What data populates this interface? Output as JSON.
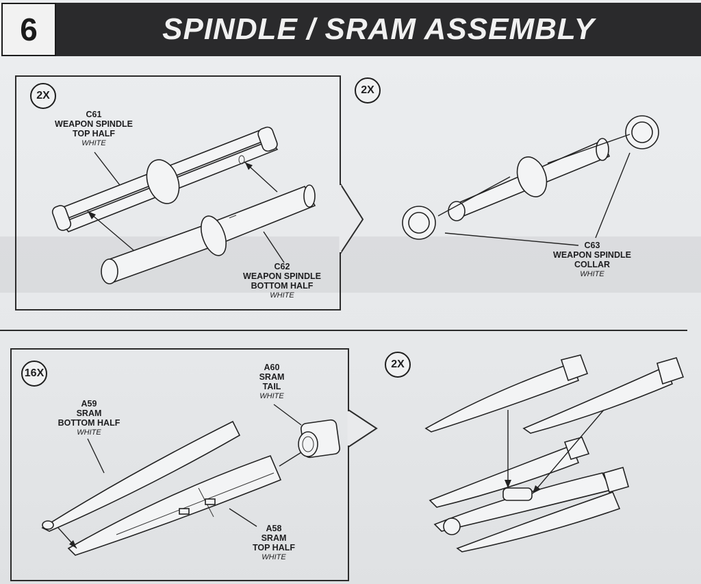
{
  "header": {
    "step_number": "6",
    "title": "SPINDLE / SRAM ASSEMBLY"
  },
  "panels": {
    "spindle_parts": {
      "quantity": "2X",
      "labels": [
        {
          "id": "C61",
          "name1": "WEAPON SPINDLE",
          "name2": "TOP HALF",
          "color": "WHITE"
        },
        {
          "id": "C62",
          "name1": "WEAPON SPINDLE",
          "name2": "BOTTOM HALF",
          "color": "WHITE"
        }
      ]
    },
    "spindle_collar": {
      "quantity": "2X",
      "label": {
        "id": "C63",
        "name1": "WEAPON SPINDLE",
        "name2": "COLLAR",
        "color": "WHITE"
      }
    },
    "sram_parts": {
      "quantity": "16X",
      "labels": [
        {
          "id": "A60",
          "name1": "SRAM",
          "name2": "TAIL",
          "color": "WHITE"
        },
        {
          "id": "A59",
          "name1": "SRAM",
          "name2": "BOTTOM HALF",
          "color": "WHITE"
        },
        {
          "id": "A58",
          "name1": "SRAM",
          "name2": "TOP HALF",
          "color": "WHITE"
        }
      ]
    },
    "sram_mount": {
      "quantity": "2X"
    }
  }
}
